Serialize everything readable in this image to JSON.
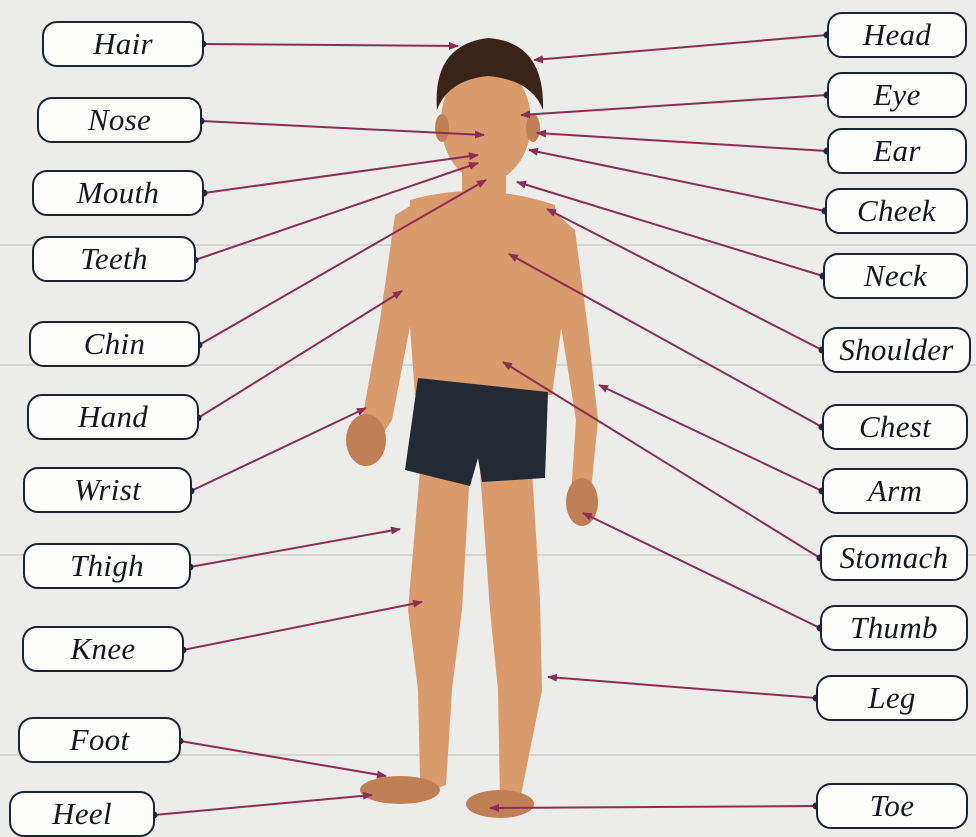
{
  "labels": {
    "left": [
      "Hair",
      "Nose",
      "Mouth",
      "Teeth",
      "Chin",
      "Hand",
      "Wrist",
      "Thigh",
      "Knee",
      "Foot",
      "Heel"
    ],
    "right": [
      "Head",
      "Eye",
      "Ear",
      "Cheek",
      "Neck",
      "Shoulder",
      "Chest",
      "Arm",
      "Stomach",
      "Thumb",
      "Leg",
      "Toe"
    ]
  },
  "colors": {
    "connector": "#8a2e55",
    "box_border": "#1d2330",
    "box_fill": "#fdfdfb"
  }
}
